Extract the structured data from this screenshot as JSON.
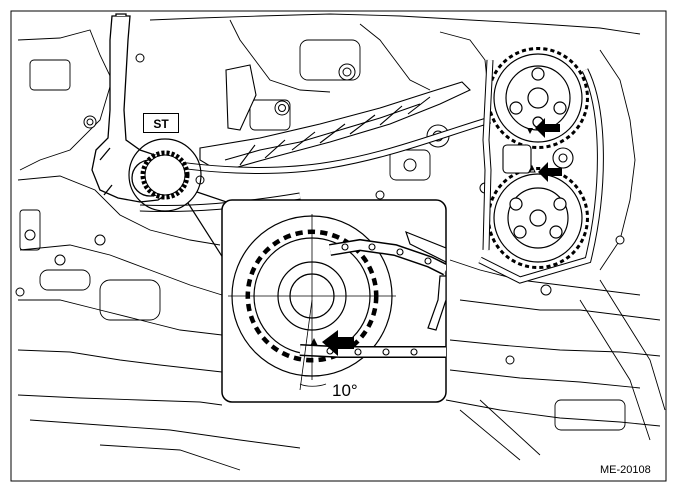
{
  "figure": {
    "callout_label": "ST",
    "angle_label": "10°",
    "figure_id": "ME-20108"
  },
  "icons": {
    "arrow": "bold-black-pointer-arrow",
    "alignment_mark": "small-dot-mark"
  },
  "colors": {
    "line": "#000000",
    "background": "#ffffff"
  }
}
